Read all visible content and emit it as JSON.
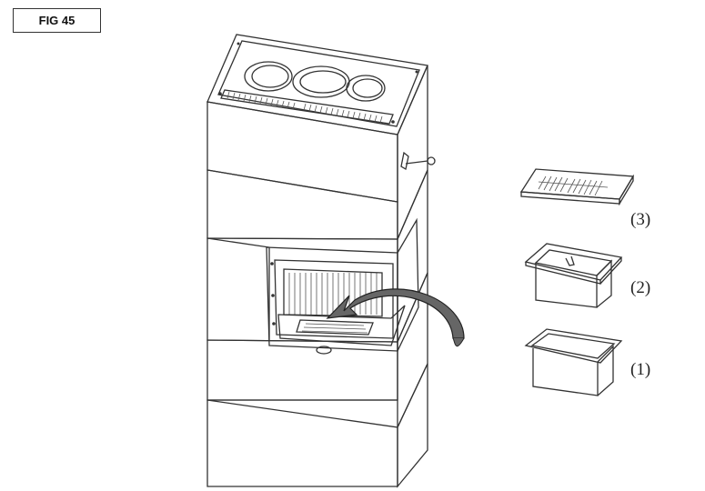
{
  "figure": {
    "label": "FIG 45"
  },
  "parts": [
    {
      "id": "part-3",
      "label": "(3)"
    },
    {
      "id": "part-2",
      "label": "(2)"
    },
    {
      "id": "part-1",
      "label": "(1)"
    }
  ]
}
